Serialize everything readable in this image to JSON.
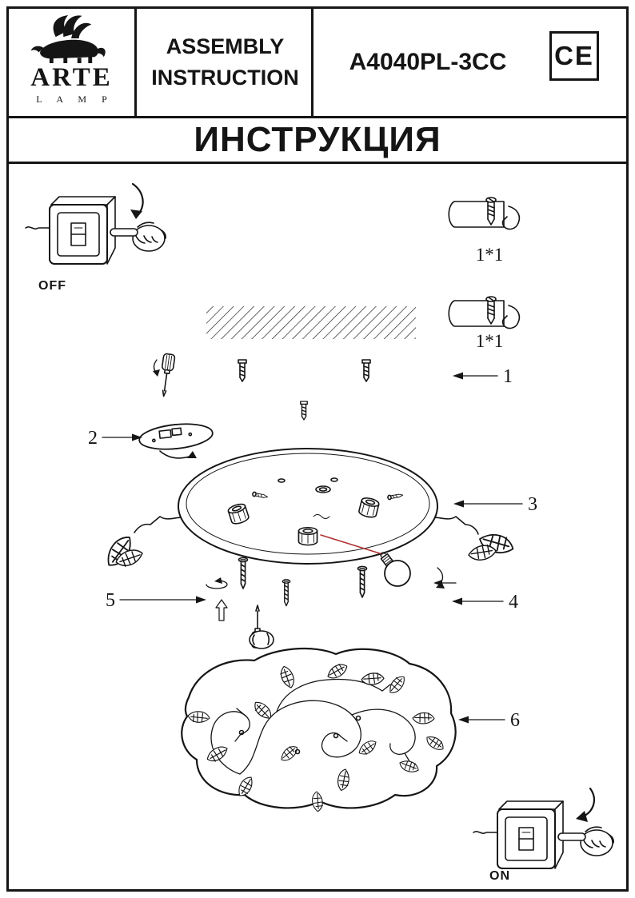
{
  "header": {
    "brand_name": "ARTE",
    "brand_sub": "L A M P",
    "title_line1": "ASSEMBLY",
    "title_line2": "INSTRUCTION",
    "model": "A4040PL-3CC",
    "ce_mark": "CE"
  },
  "banner": {
    "title": "ИНСТРУКЦИЯ"
  },
  "diagram": {
    "power_off": "OFF",
    "power_on": "ON",
    "hook_quantities": [
      "1*1",
      "1*1"
    ],
    "callouts": [
      "1",
      "2",
      "3",
      "4",
      "5",
      "6"
    ]
  }
}
